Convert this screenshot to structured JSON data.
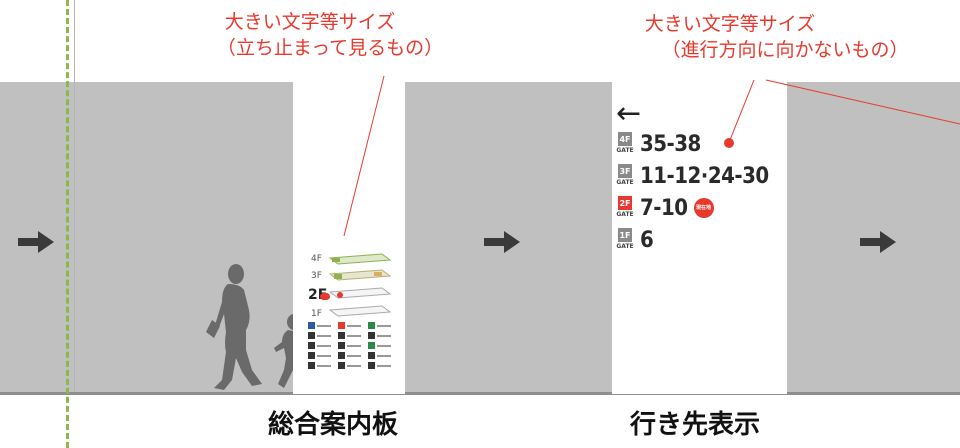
{
  "annotations": {
    "left_line1": "大きい文字等サイズ",
    "left_line2": "（立ち止まって見るもの）",
    "right_line1": "大きい文字等サイズ",
    "right_line2": "（進行方向に向かないもの）"
  },
  "captions": {
    "directory_board": "総合案内板",
    "destination_sign": "行き先表示"
  },
  "directory_board": {
    "floors": [
      "4F",
      "3F",
      "2F",
      "1F"
    ],
    "current_floor": "2F"
  },
  "destination_sign": {
    "arrow": "←",
    "rows": [
      {
        "floor": "4F",
        "gate_label": "GATE",
        "numbers": "35-38",
        "color": "#8a8a8a"
      },
      {
        "floor": "3F",
        "gate_label": "GATE",
        "numbers": "11-12·24-30",
        "color": "#8a8a8a"
      },
      {
        "floor": "2F",
        "gate_label": "GATE",
        "numbers": "7-10",
        "color": "#e8392e",
        "badge": "現在地"
      },
      {
        "floor": "1F",
        "gate_label": "GATE",
        "numbers": "6",
        "color": "#8a8a8a"
      }
    ]
  },
  "colors": {
    "wall": "#c0c0c0",
    "annotation": "#e8392e",
    "boundary_dashed": "#8cb84a",
    "arrow": "#3a3a3a"
  },
  "icons": [
    "arrow-right-icon",
    "arrow-left-icon",
    "pedestrian-adult-icon",
    "pedestrian-child-icon"
  ]
}
